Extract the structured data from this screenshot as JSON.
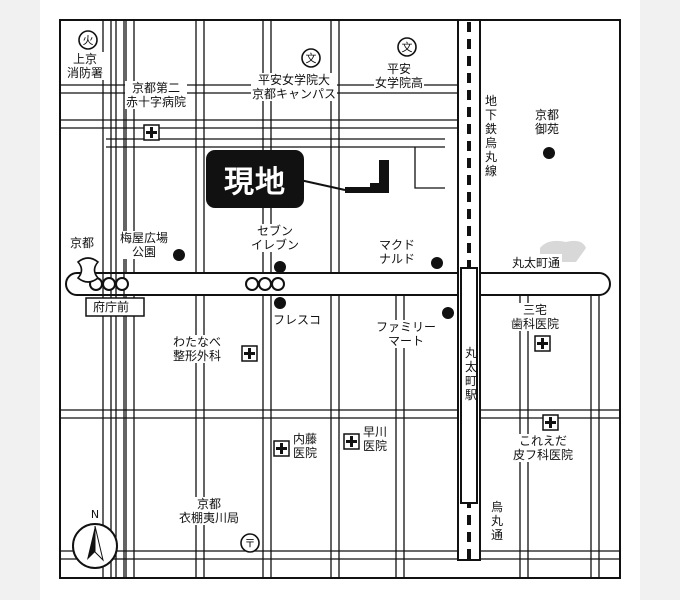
{
  "map": {
    "site_label": "現地",
    "labels": {
      "fire_station": "上京\n消防署",
      "hospital_red_cross": "京都第二\n赤十字病院",
      "heian_univ": "平安女学院大\n京都キャンパス",
      "heian_high": "平安\n女学院高",
      "kyoto_gyoen": "京都\n御苑",
      "kyoto_label": "京都",
      "umeya_park": "梅屋広場\n公園",
      "seven_eleven": "セブン\nイレブン",
      "mcdonalds": "マクド\nナルド",
      "fresco": "フレスコ",
      "familymart": "ファミリー\nマート",
      "miyake_dental": "三宅\n歯科医院",
      "watanabe_ortho": "わたなべ\n整形外科",
      "naito_clinic": "内藤\n医院",
      "hayakawa_clinic": "早川\n医院",
      "koreeda_clinic": "これえだ\n皮フ科医院",
      "post_office": "京都\n衣棚夷川局",
      "bus_stop": "府庁前"
    },
    "roads": {
      "marutamachi": "丸太町通",
      "karasuma": "烏\n丸\n通",
      "subway_line": "地\n下\n鉄\n烏\n丸\n線",
      "marutamachi_station": "丸\n太\n町\n駅"
    },
    "icons": {
      "fire": "火",
      "school": "文",
      "post": "〒",
      "north": "N"
    },
    "colors": {
      "ink": "#111111",
      "background": "#f1f1f1",
      "map_bg": "#ffffff"
    }
  }
}
